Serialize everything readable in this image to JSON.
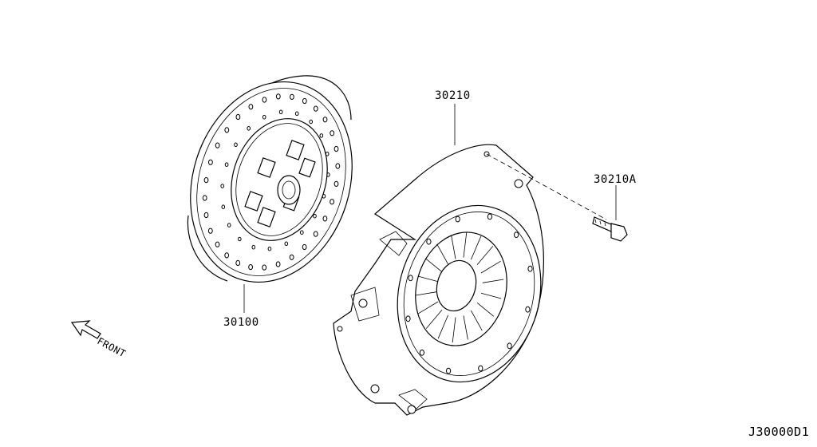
{
  "diagram": {
    "labels": {
      "pressure_plate": "30210",
      "bolt": "30210A",
      "clutch_disc": "30100",
      "front": "FRONT",
      "diagram_code": "J30000D1"
    },
    "icons": {
      "front_arrow": "arrow-up-left-icon"
    },
    "colors": {
      "line": "#000000",
      "background": "#ffffff"
    }
  }
}
